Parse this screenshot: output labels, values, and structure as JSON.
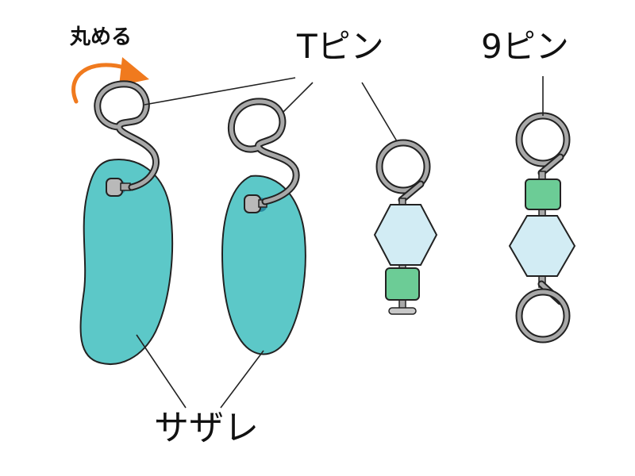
{
  "labels": {
    "round": "丸める",
    "t_pin": "Tピン",
    "nine_pin": "9ピン",
    "sazare": "サザレ"
  },
  "colors": {
    "stone": "#5cc8c8",
    "wire": "#a8a8a8",
    "bead_hex": "#d2ecf4",
    "bead_square": "#6ccc96",
    "arrow": "#f07a1e",
    "line": "#222222"
  }
}
